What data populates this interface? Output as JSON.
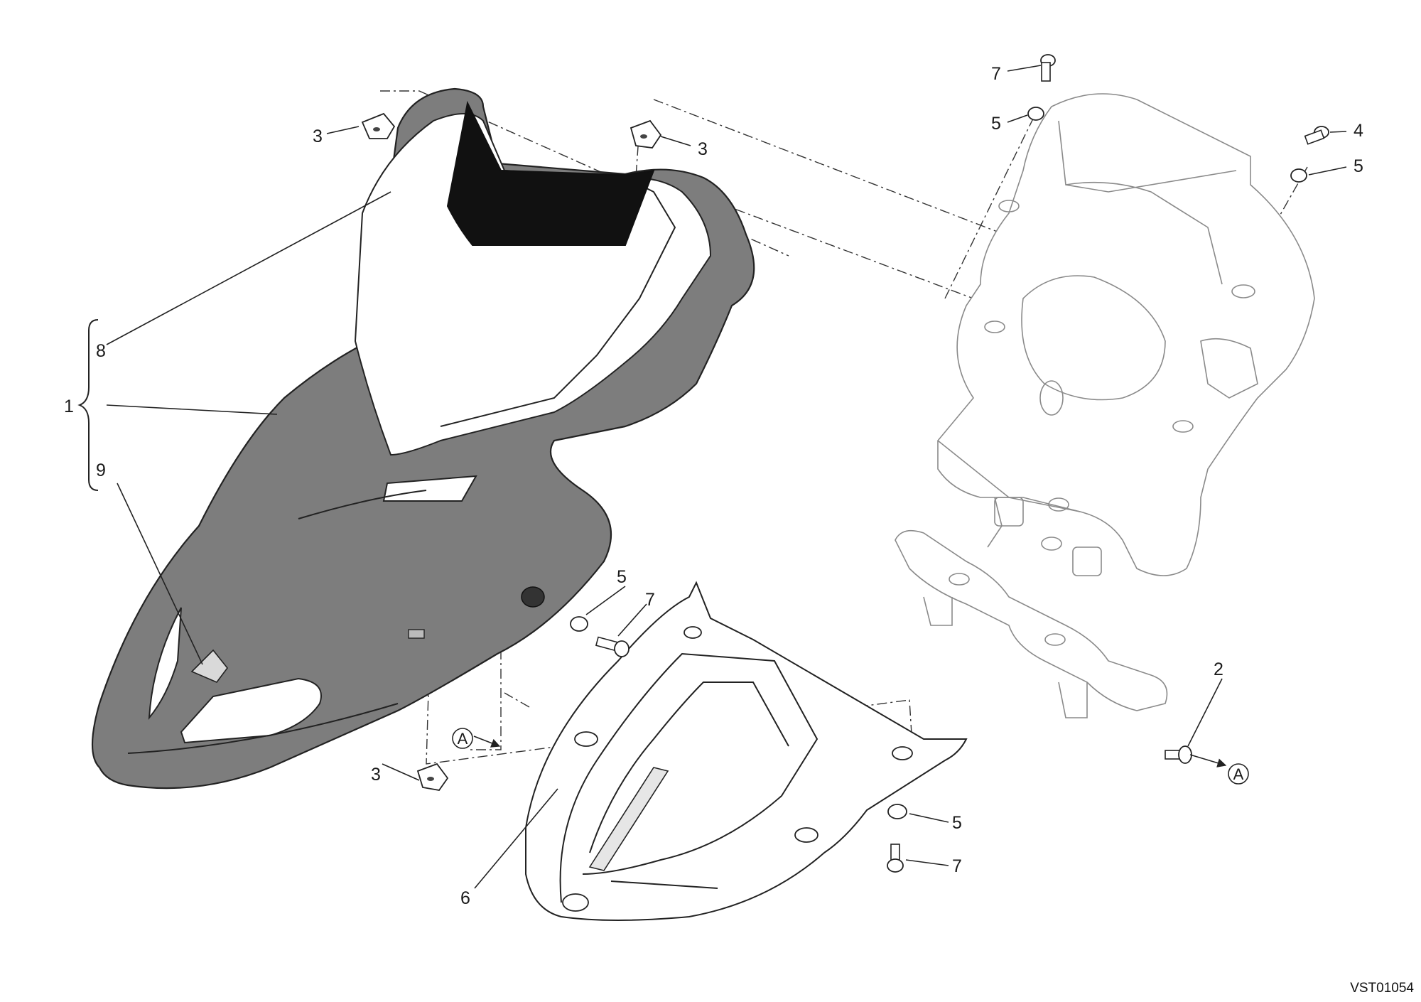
{
  "drawing_code": "VST01054",
  "callouts": [
    {
      "id": "c1",
      "label": "1"
    },
    {
      "id": "c8",
      "label": "8"
    },
    {
      "id": "c9",
      "label": "9"
    },
    {
      "id": "c3a",
      "label": "3"
    },
    {
      "id": "c3b",
      "label": "3"
    },
    {
      "id": "c3c",
      "label": "3"
    },
    {
      "id": "c5a",
      "label": "5"
    },
    {
      "id": "c7a",
      "label": "7"
    },
    {
      "id": "c6",
      "label": "6"
    },
    {
      "id": "c7b",
      "label": "7"
    },
    {
      "id": "c5b",
      "label": "5"
    },
    {
      "id": "c4",
      "label": "4"
    },
    {
      "id": "c5c",
      "label": "5"
    },
    {
      "id": "c2",
      "label": "2"
    },
    {
      "id": "c5d",
      "label": "5"
    },
    {
      "id": "c7c",
      "label": "7"
    }
  ],
  "reference_markers": [
    {
      "id": "refA1",
      "label": "A"
    },
    {
      "id": "refA2",
      "label": "A"
    }
  ]
}
